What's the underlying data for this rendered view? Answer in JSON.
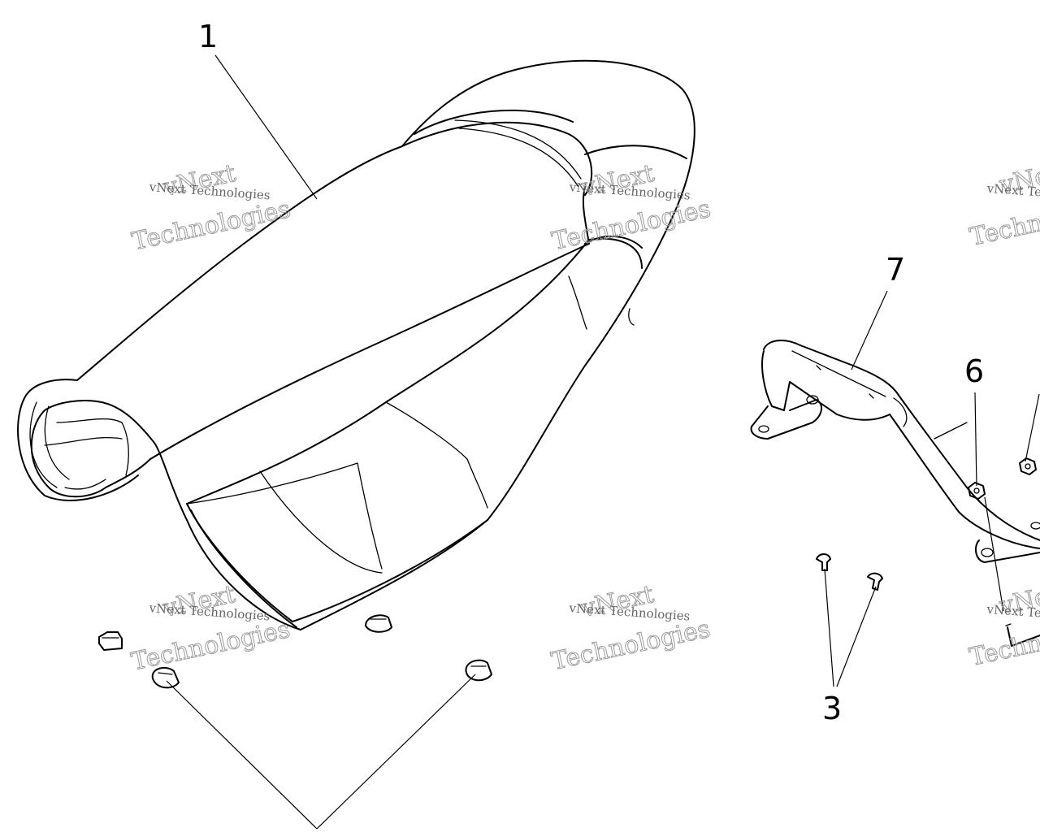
{
  "callouts": {
    "seat": "1",
    "bolts": "3",
    "nut": "6",
    "grab_rail": "7"
  },
  "watermark": {
    "brand": "vNext Technologies",
    "top_word": "vNext",
    "bottom_word": "Technologies"
  },
  "colors": {
    "line": "#000000",
    "background": "#ffffff",
    "watermark": "#9a9a9a"
  }
}
